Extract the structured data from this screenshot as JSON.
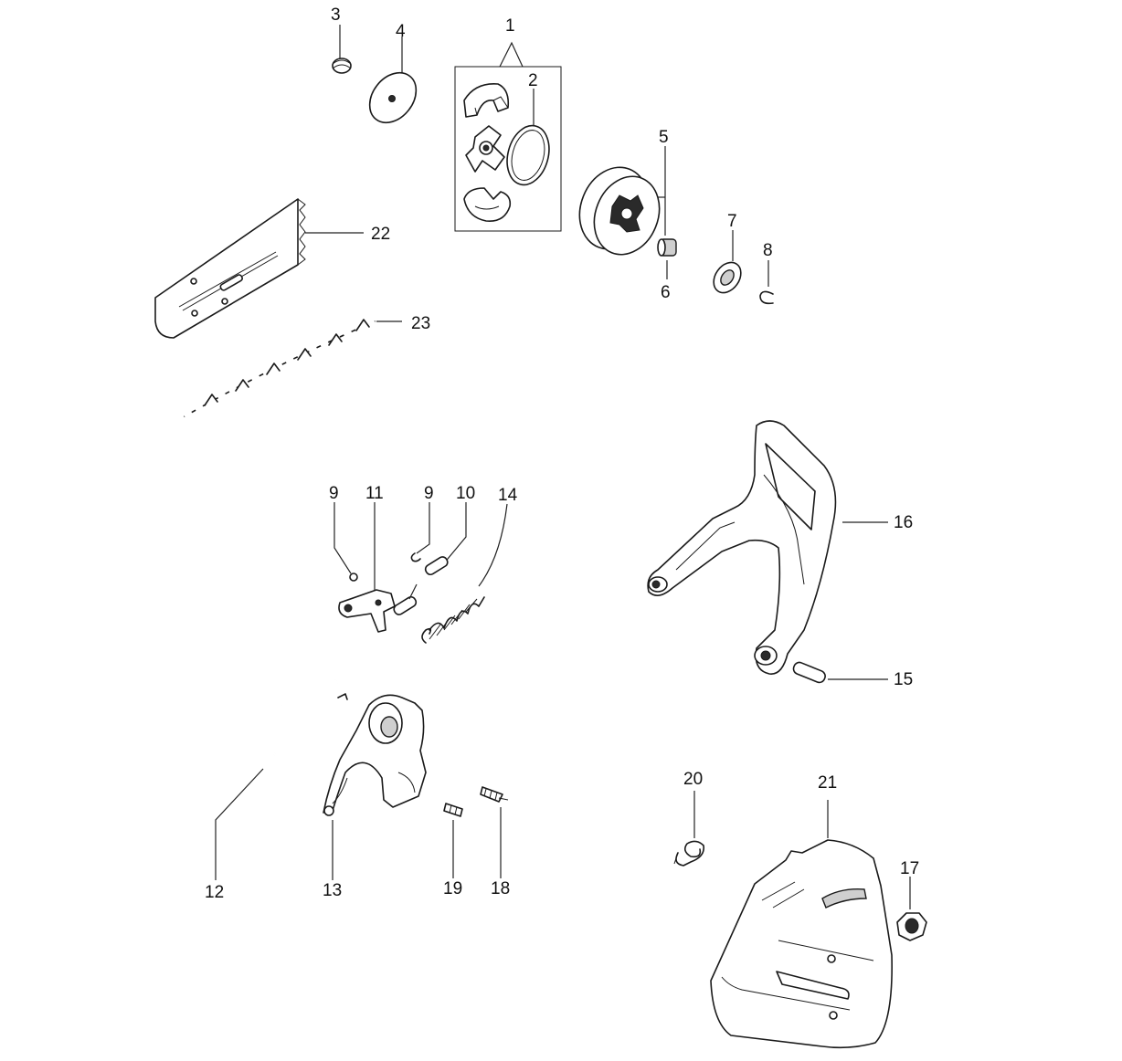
{
  "callouts": [
    {
      "id": "1",
      "text": "1"
    },
    {
      "id": "2",
      "text": "2"
    },
    {
      "id": "3",
      "text": "3"
    },
    {
      "id": "4",
      "text": "4"
    },
    {
      "id": "5",
      "text": "5"
    },
    {
      "id": "6",
      "text": "6"
    },
    {
      "id": "7",
      "text": "7"
    },
    {
      "id": "8",
      "text": "8"
    },
    {
      "id": "9a",
      "text": "9"
    },
    {
      "id": "9b",
      "text": "9"
    },
    {
      "id": "10",
      "text": "10"
    },
    {
      "id": "11",
      "text": "11"
    },
    {
      "id": "12",
      "text": "12"
    },
    {
      "id": "13",
      "text": "13"
    },
    {
      "id": "14",
      "text": "14"
    },
    {
      "id": "15",
      "text": "15"
    },
    {
      "id": "16",
      "text": "16"
    },
    {
      "id": "17",
      "text": "17"
    },
    {
      "id": "18",
      "text": "18"
    },
    {
      "id": "19",
      "text": "19"
    },
    {
      "id": "20",
      "text": "20"
    },
    {
      "id": "21",
      "text": "21"
    },
    {
      "id": "22",
      "text": "22"
    },
    {
      "id": "23",
      "text": "23"
    }
  ]
}
